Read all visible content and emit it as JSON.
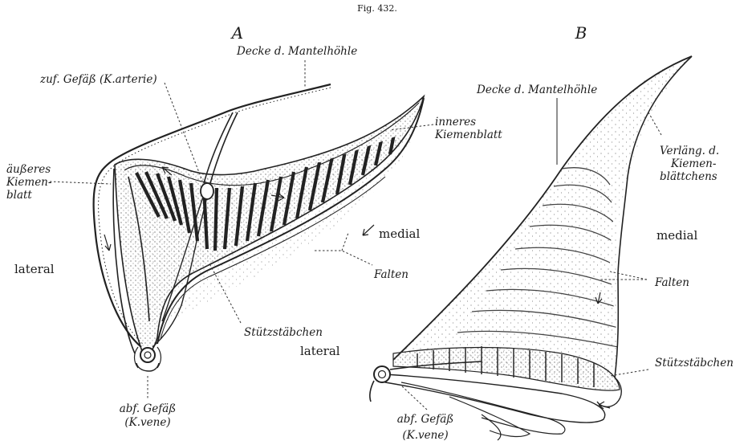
{
  "figure_number": "Fig. 432.",
  "panel_a": {
    "letter": "A",
    "labels": {
      "decke": "Decke d. Mantelhöhle",
      "zuf": "zuf. Gefäß (K.arterie)",
      "inneres_1": "inneres",
      "inneres_2": "Kiemenblatt",
      "aeusseres_1": "äußeres",
      "aeusseres_2": "Kiemen-",
      "aeusseres_3": "blatt",
      "medial": "medial",
      "lateral_left": "lateral",
      "falten": "Falten",
      "stuetz": "Stützstäbchen",
      "lateral_bottom": "lateral",
      "abf_1": "abf. Gefäß",
      "abf_2": "(K.vene)"
    }
  },
  "panel_b": {
    "letter": "B",
    "labels": {
      "decke": "Decke d. Mantelhöhle",
      "verl_1": "Verläng. d.",
      "verl_2": "Kiemen-",
      "verl_3": "blättchens",
      "medial": "medial",
      "falten": "Falten",
      "stuetz": "Stützstäbchen",
      "abf_1": "abf. Gefäß",
      "abf_2": "(K.vene)"
    }
  }
}
